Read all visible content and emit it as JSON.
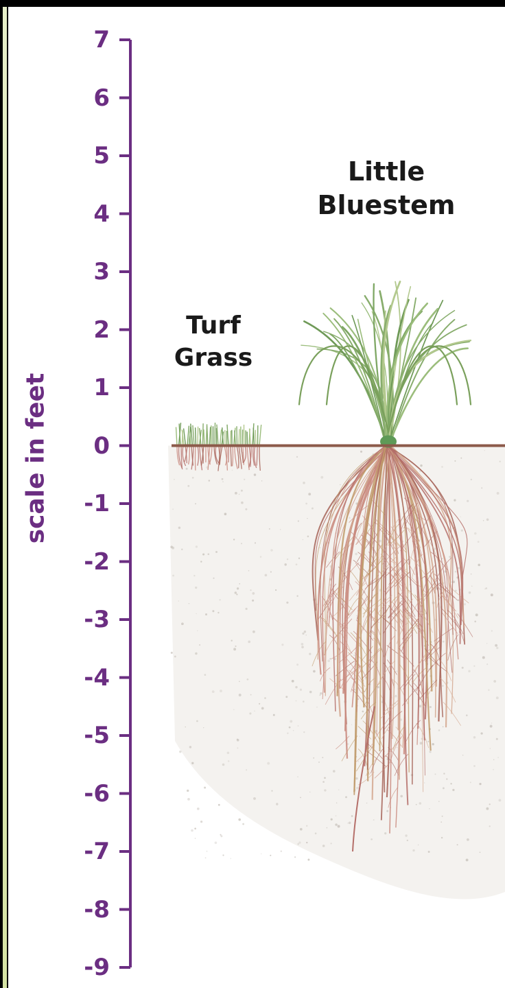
{
  "axis": {
    "title": "scale in feet",
    "ticks": [
      "7",
      "6",
      "5",
      "4",
      "3",
      "2",
      "1",
      "0",
      "-1",
      "-2",
      "-3",
      "-4",
      "-5",
      "-6",
      "-7",
      "-8",
      "-9"
    ],
    "tick_values": [
      7,
      6,
      5,
      4,
      3,
      2,
      1,
      0,
      -1,
      -2,
      -3,
      -4,
      -5,
      -6,
      -7,
      -8,
      -9
    ],
    "range": [
      -9,
      7
    ],
    "color": "#6b2e82"
  },
  "plants": [
    {
      "name_lines": [
        "Turf",
        "Grass"
      ],
      "height_ft": 0.4,
      "root_depth_ft": 0.4
    },
    {
      "name_lines": [
        "Little",
        "Bluestem"
      ],
      "height_ft": 3,
      "root_depth_ft": 7
    }
  ],
  "colors": {
    "ground_line": "#8c5a4a",
    "soil": "#f4f2ef",
    "root": "#b5706a",
    "foliage": "#7ea764",
    "frame": "#000000",
    "label_text": "#1a1a1a"
  }
}
